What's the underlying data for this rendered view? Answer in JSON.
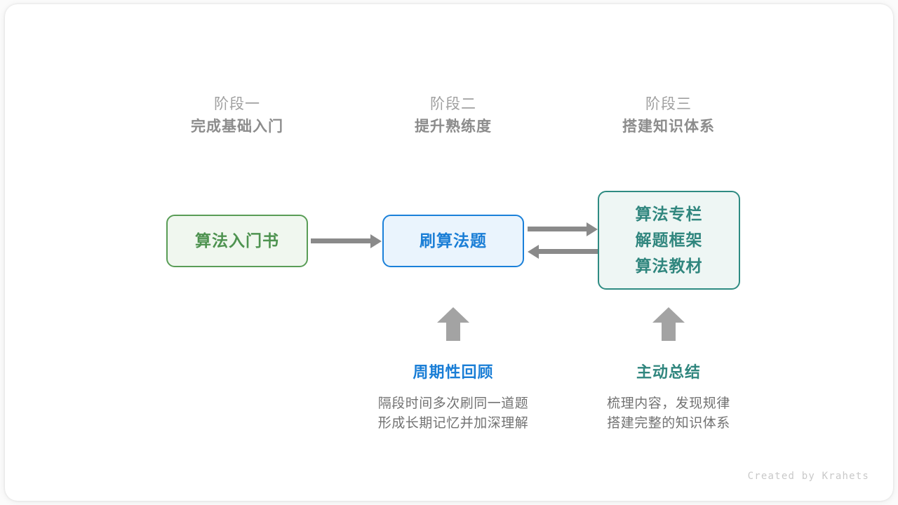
{
  "diagram": {
    "stages": [
      {
        "label": "阶段一",
        "title": "完成基础入门"
      },
      {
        "label": "阶段二",
        "title": "提升熟练度"
      },
      {
        "label": "阶段三",
        "title": "搭建知识体系"
      }
    ],
    "boxes": [
      {
        "name": "box-book",
        "lines": [
          "算法入门书"
        ],
        "border_color": "#599d56",
        "fill_color": "#f0f7ef",
        "text_color": "#4e9350"
      },
      {
        "name": "box-practice",
        "lines": [
          "刷算法题"
        ],
        "border_color": "#1a80d9",
        "fill_color": "#eaf4fd",
        "text_color": "#1a7ed6"
      },
      {
        "name": "box-resources",
        "lines": [
          "算法专栏",
          "解题框架",
          "算法教材"
        ],
        "border_color": "#2e8b82",
        "fill_color": "#eef6f4",
        "text_color": "#30867e"
      }
    ],
    "arrows": {
      "color": "#8a8a8a",
      "book_to_practice": "right",
      "practice_to_resources": "right",
      "resources_to_practice": "left",
      "up_arrow_review": "up",
      "up_arrow_summary": "up"
    },
    "captions": [
      {
        "name": "caption-review",
        "title": "周期性回顾",
        "title_color": "#1a7ed6",
        "desc_lines": [
          "隔段时间多次刷同一道题",
          "形成长期记忆并加深理解"
        ]
      },
      {
        "name": "caption-summary",
        "title": "主动总结",
        "title_color": "#30867e",
        "desc_lines": [
          "梳理内容，发现规律",
          "搭建完整的知识体系"
        ]
      }
    ],
    "watermark": "Created by Krahets"
  }
}
